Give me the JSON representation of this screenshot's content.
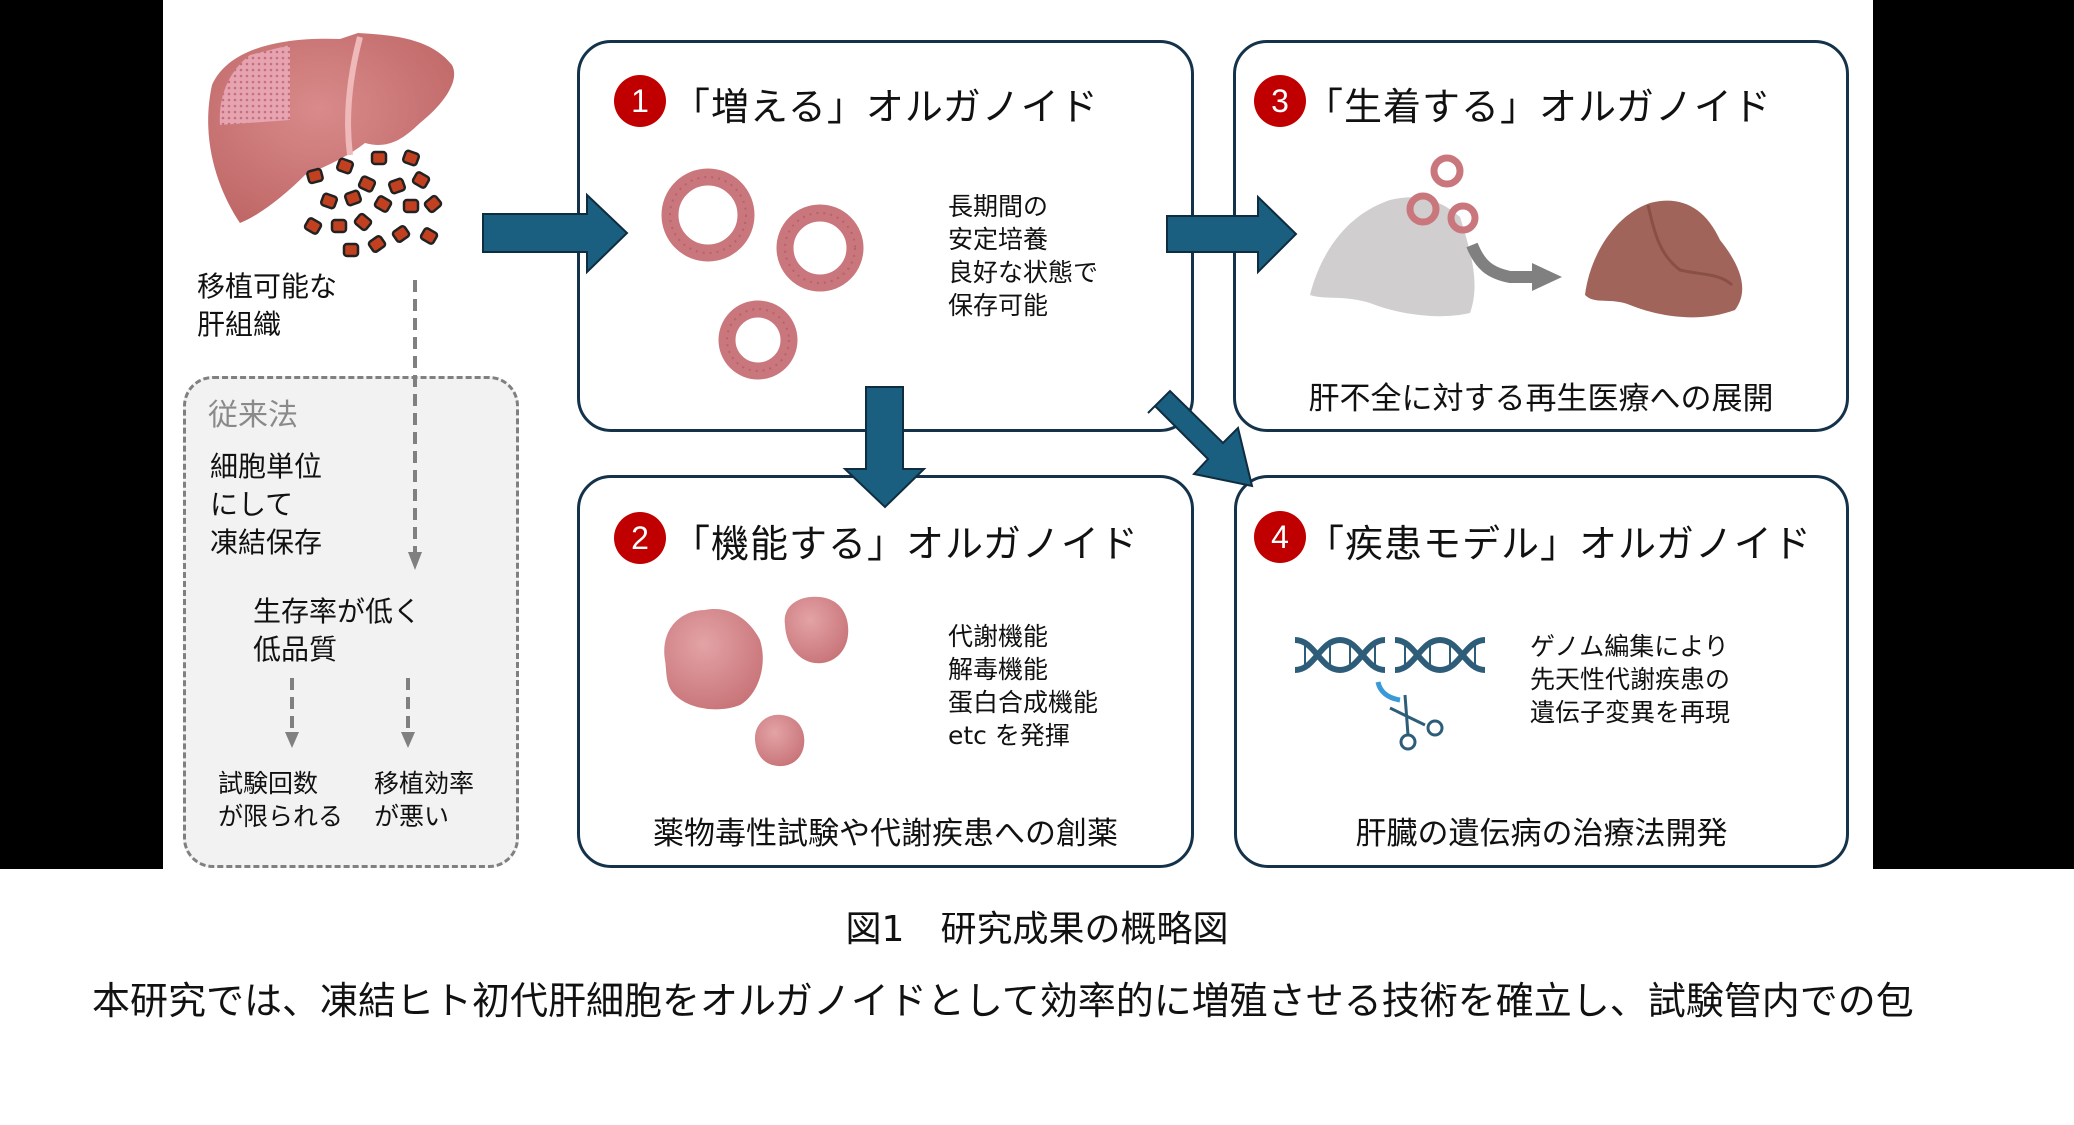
{
  "figure": {
    "source_tissue": {
      "label": "移植可能な\n肝組織",
      "icon": "liver-icon",
      "pieces_icon": "tissue-pieces-icon"
    },
    "conventional": {
      "title": "従来法",
      "method": "細胞単位\nにして\n凍結保存",
      "result": "生存率が低く\n低品質",
      "outcome_left": "試験回数\nが限られる",
      "outcome_right": "移植効率\nが悪い"
    },
    "panels": [
      {
        "number": "1",
        "title": "「増える」オルガノイド",
        "description": "長期間の\n安定培養\n良好な状態で\n保存可能",
        "icon": "organoid-ring-icon",
        "footer": ""
      },
      {
        "number": "2",
        "title": "「機能する」オルガノイド",
        "description": "代謝機能\n解毒機能\n蛋白合成機能\netc を発揮",
        "icon": "organoid-sphere-icon",
        "footer": "薬物毒性試験や代謝疾患への創薬"
      },
      {
        "number": "3",
        "title": "「生着する」オルガノイド",
        "description": "",
        "icon": "liver-regeneration-icon",
        "footer": "肝不全に対する再生医療への展開"
      },
      {
        "number": "4",
        "title": "「疾患モデル」オルガノイド",
        "description": "ゲノム編集により\n先天性代謝疾患の\n遺伝子変異を再現",
        "icon": "dna-scissors-icon",
        "footer": "肝臓の遺伝病の治療法開発"
      }
    ],
    "colors": {
      "arrow": "#1a5e80",
      "panel_border": "#14334a",
      "badge": "#c00000",
      "organoid": "#c9767c",
      "tissue_piece": "#c0401f",
      "dashed_gray": "#808080"
    }
  },
  "caption": {
    "title": "図1　研究成果の概略図",
    "body": "本研究では、凍結ヒト初代肝細胞をオルガノイドとして効率的に増殖させる技術を確立し、試験管内での包"
  }
}
